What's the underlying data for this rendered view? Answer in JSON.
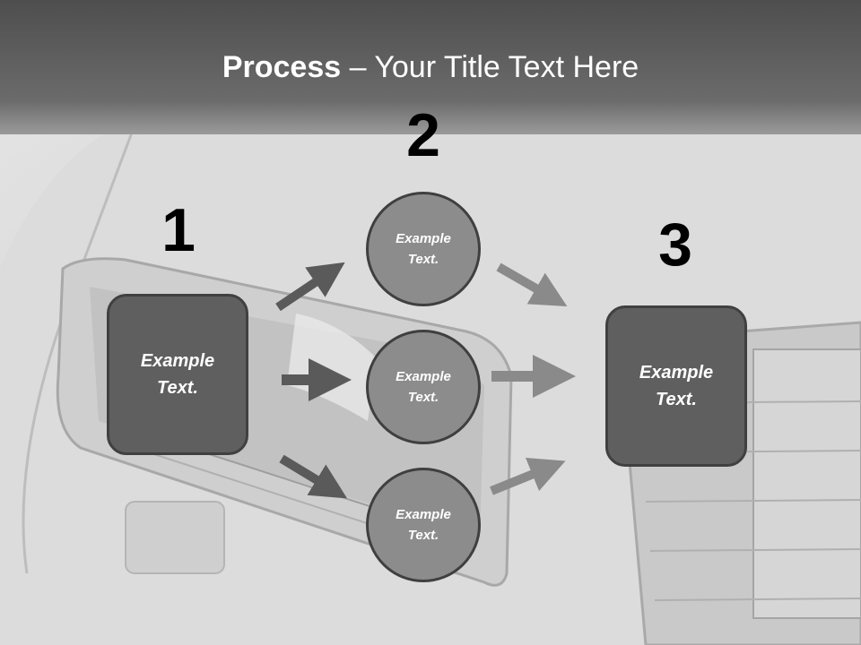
{
  "slide": {
    "title_bold": "Process",
    "title_rest": " – Your Title Text Here"
  },
  "steps": {
    "step1": {
      "number": "1",
      "label": "Example Text."
    },
    "step2": {
      "number": "2",
      "items": [
        {
          "label": "Example Text."
        },
        {
          "label": "Example Text."
        },
        {
          "label": "Example Text."
        }
      ]
    },
    "step3": {
      "number": "3",
      "label": "Example Text."
    }
  },
  "colors": {
    "box_fill": "#5f5f5f",
    "circle_fill": "#8c8c8c",
    "dark_arrow": "#5a5a5a",
    "light_arrow": "#8a8a8a",
    "header_band": "#555555"
  }
}
